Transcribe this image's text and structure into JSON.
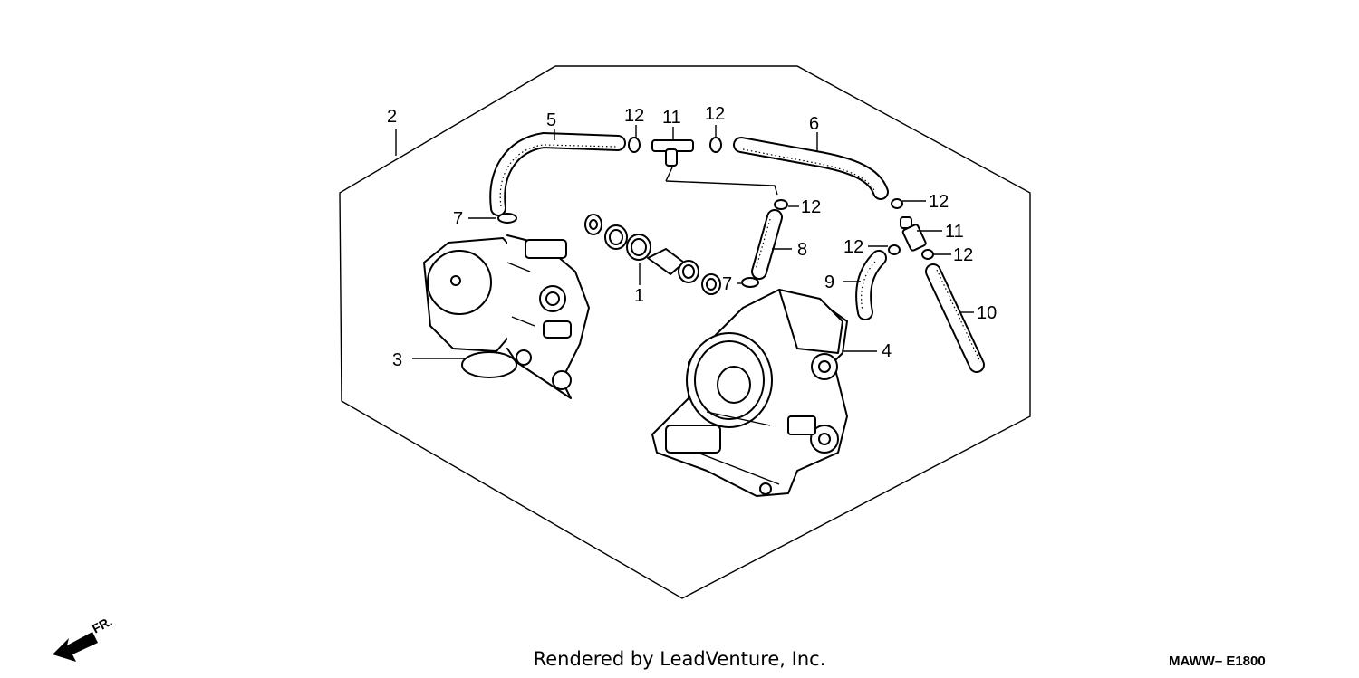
{
  "callouts": {
    "c1": "1",
    "c2": "2",
    "c3": "3",
    "c4": "4",
    "c5": "5",
    "c6": "6",
    "c7a": "7",
    "c7b": "7",
    "c8": "8",
    "c9": "9",
    "c10": "10",
    "c11a": "11",
    "c11b": "11",
    "c12a": "12",
    "c12b": "12",
    "c12c": "12",
    "c12d": "12",
    "c12e": "12",
    "c12f": "12"
  },
  "front_indicator": "FR.",
  "footer": {
    "credit": "Rendered by LeadVenture, Inc.",
    "code": "MAWW– E1800"
  },
  "icons": {
    "front": "front-arrow-icon"
  }
}
